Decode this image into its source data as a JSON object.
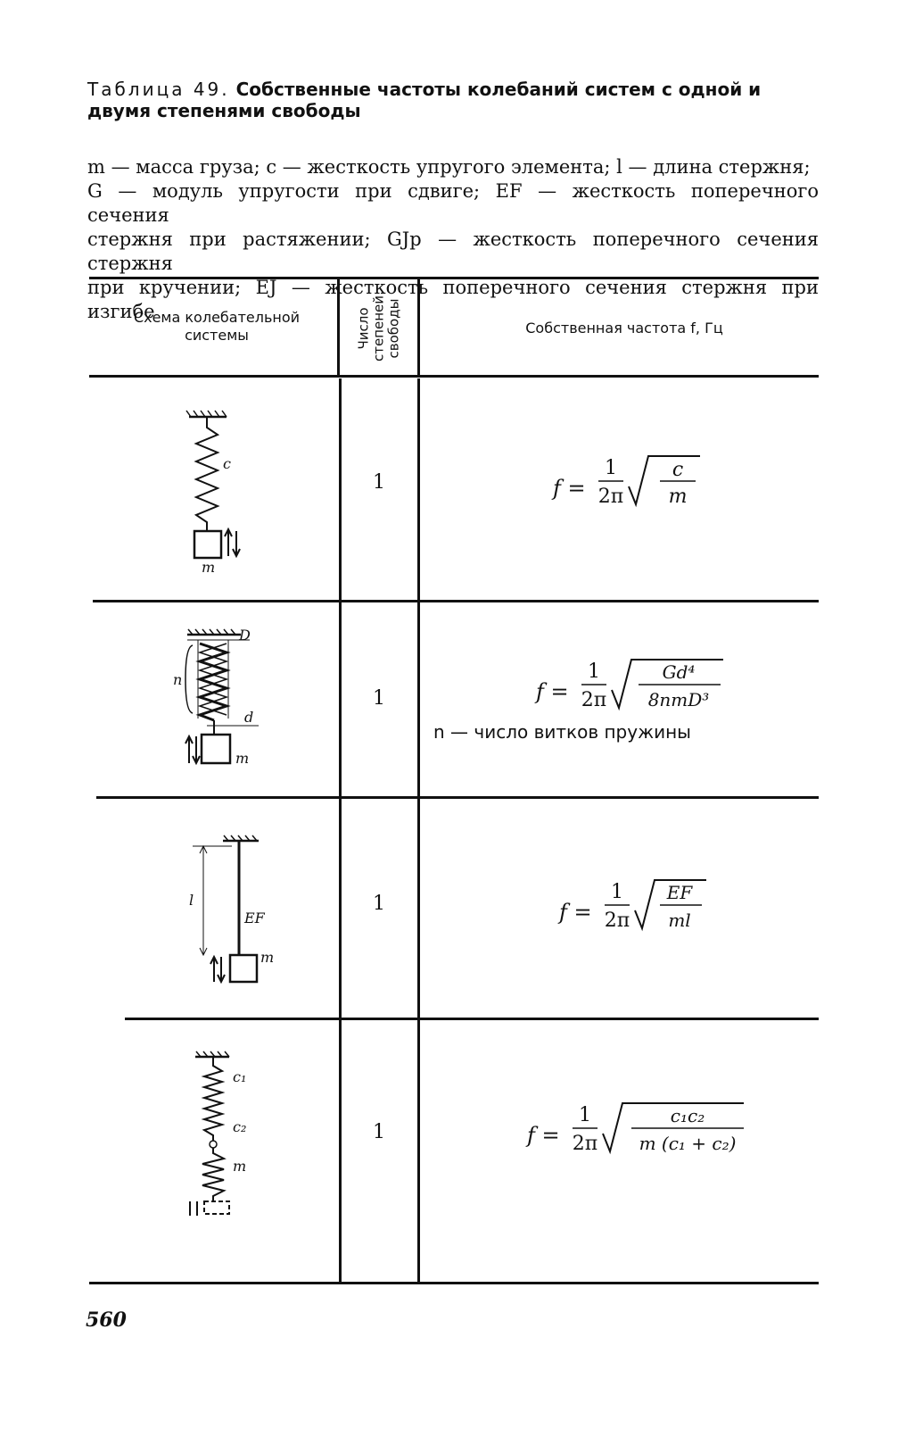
{
  "caption": {
    "table_label": "Таблица 49.",
    "title": "Собственные частоты колебаний систем с одной и двумя степенями свободы"
  },
  "legend": {
    "lines": [
      "m — масса груза; c — жесткость упругого элемента; l — длина стержня;",
      "G — модуль упругости при сдвиге; EF — жесткость поперечного сечения",
      "стержня при растяжении; GJp — жесткость поперечного сечения стержня",
      "при кручении; EJ — жесткость поперечного сечения стержня при изгибе"
    ]
  },
  "table": {
    "headers": {
      "scheme": "Схема колебательной системы",
      "dof": "Число степеней свободы",
      "frequency": "Собственная частота f, Гц"
    },
    "rows": [
      {
        "dof": "1",
        "scheme_labels": [
          "c",
          "m"
        ],
        "formula": {
          "lhs": "f =",
          "coef_num": "1",
          "coef_den": "2π",
          "num": "c",
          "den": "m"
        }
      },
      {
        "dof": "1",
        "scheme_labels": [
          "D",
          "n",
          "d",
          "m"
        ],
        "formula": {
          "lhs": "f =",
          "coef_num": "1",
          "coef_den": "2π",
          "num": "Gd⁴",
          "den": "8nmD³"
        },
        "note": "n — число витков пружины"
      },
      {
        "dof": "1",
        "scheme_labels": [
          "l",
          "EF",
          "m"
        ],
        "formula": {
          "lhs": "f =",
          "coef_num": "1",
          "coef_den": "2π",
          "num": "EF",
          "den": "ml"
        }
      },
      {
        "dof": "1",
        "scheme_labels": [
          "c₁",
          "c₂",
          "m"
        ],
        "formula": {
          "lhs": "f =",
          "coef_num": "1",
          "coef_den": "2π",
          "num": "c₁c₂",
          "den": "m (c₁ + c₂)"
        }
      }
    ]
  },
  "page_number": "560"
}
